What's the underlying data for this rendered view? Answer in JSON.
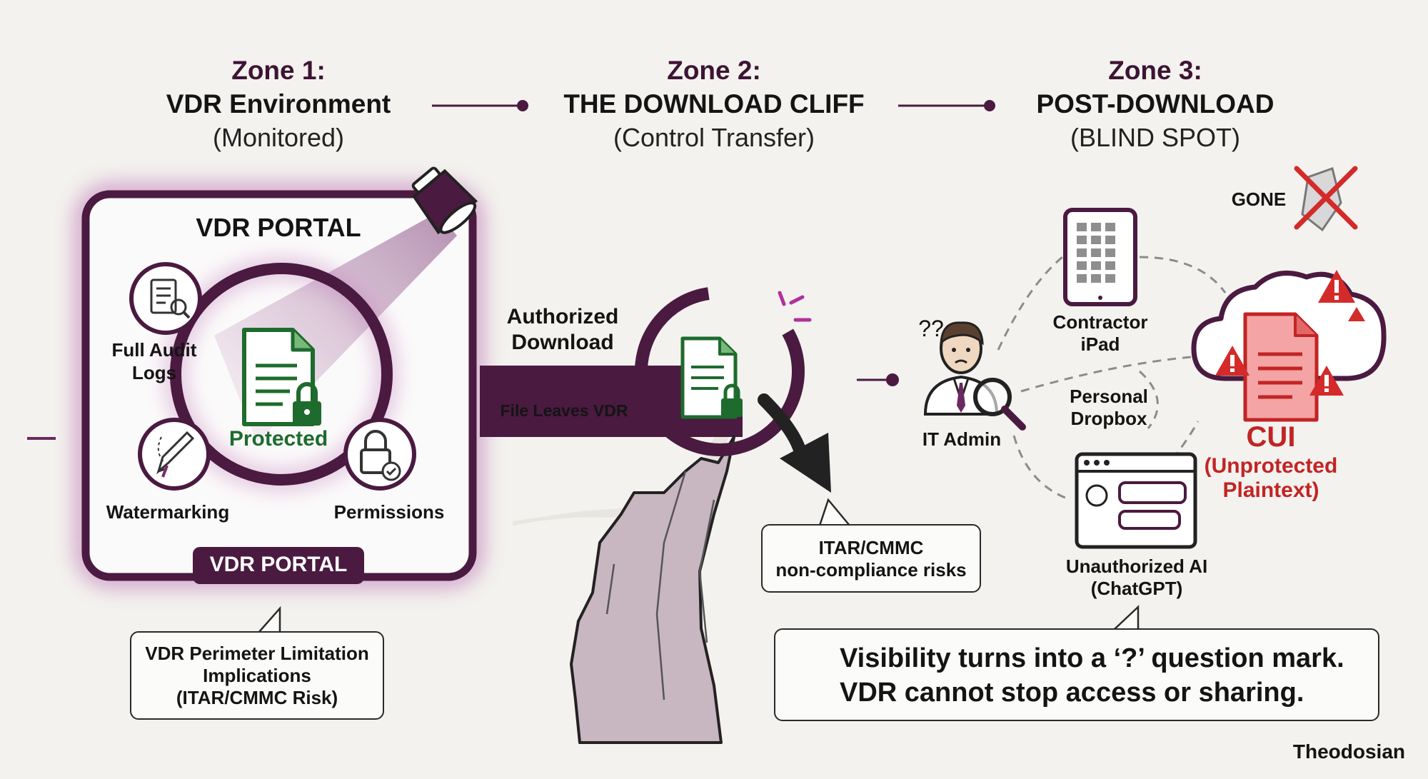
{
  "zones": [
    {
      "title": "Zone 1:",
      "subtitle": "VDR Environment",
      "note": "(Monitored)"
    },
    {
      "title": "Zone 2:",
      "subtitle": "THE DOWNLOAD CLIFF",
      "note": "(Control Transfer)"
    },
    {
      "title": "Zone 3:",
      "subtitle": "POST-DOWNLOAD",
      "note": "(BLIND SPOT)"
    }
  ],
  "portal": {
    "header": "VDR PORTAL",
    "footer_tab": "VDR PORTAL",
    "center_label": "Protected",
    "features": [
      "Full Audit Logs",
      "Watermarking",
      "Permissions"
    ]
  },
  "perimeter_callout": [
    "VDR Perimeter Limitation",
    "Implications",
    "(ITAR/CMMC Risk)"
  ],
  "cliff": {
    "authorized_download": [
      "Authorized",
      "Download"
    ],
    "file_leaves": "File Leaves VDR",
    "risk_callout": [
      "ITAR/CMMC",
      "non-compliance risks"
    ]
  },
  "post_download": {
    "it_admin": "IT Admin",
    "question_marks": "??",
    "gone": "GONE",
    "devices": [
      {
        "lines": [
          "Contractor",
          "iPad"
        ]
      },
      {
        "lines": [
          "Personal",
          "Dropbox"
        ]
      },
      {
        "lines": [
          "Unauthorized AI",
          "(ChatGPT)"
        ]
      }
    ],
    "cui_title": "CUI",
    "cui_sub": [
      "(Unprotected",
      "Plaintext)"
    ],
    "bottom_callout": [
      "Visibility turns into a ‘?’ question mark.",
      "VDR cannot stop access or sharing."
    ]
  },
  "credit": "Theodosian",
  "colors": {
    "plum": "#4a1a40",
    "magenta_glow": "#b25aa8",
    "protected_green": "#1e6b2e",
    "alert_red": "#d42a2a",
    "cui_red": "#c22424",
    "gray": "#8c8c8c"
  },
  "icons": [
    "document-lock-icon",
    "spotlight-icon",
    "audit-log-icon",
    "watermark-pen-icon",
    "permissions-lock-icon",
    "tablet-icon",
    "cloud-icon",
    "chat-window-icon",
    "admin-person-icon",
    "magnifier-icon",
    "alert-triangle-icon",
    "gone-cross-icon",
    "red-x-icon"
  ]
}
